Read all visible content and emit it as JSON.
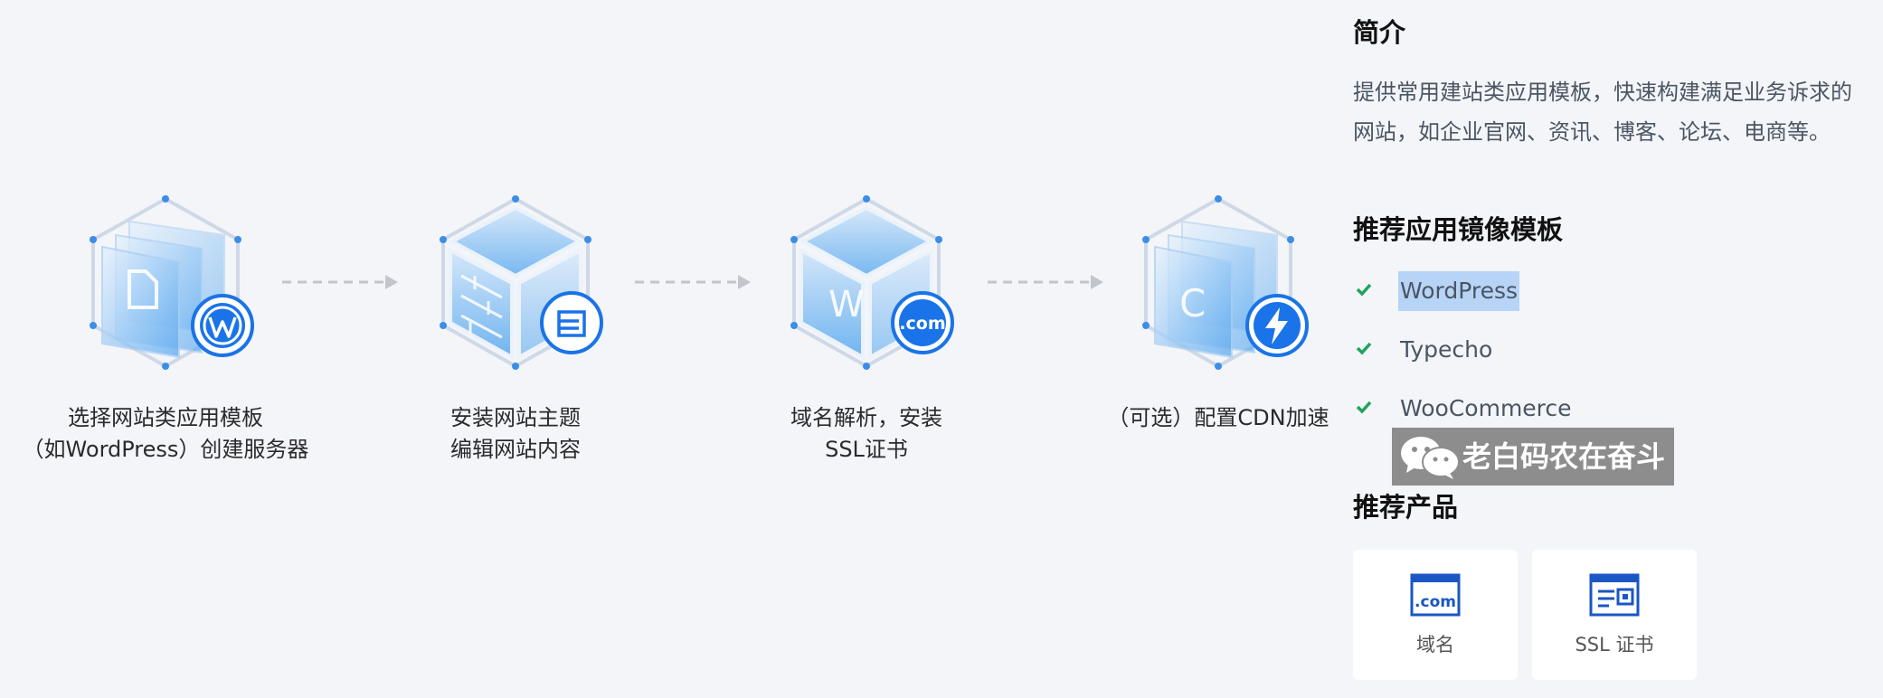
{
  "flow": {
    "steps": [
      {
        "badge": "wordpress-icon",
        "lines": [
          "选择网站类应用模板",
          "（如WordPress）创建服务器"
        ]
      },
      {
        "badge": "theme-editor-icon",
        "lines": [
          "安装网站主题",
          "编辑网站内容"
        ]
      },
      {
        "badge": "dot-com-icon",
        "lines": [
          "域名解析，安装",
          "SSL证书"
        ]
      },
      {
        "badge": "lightning-icon",
        "lines": [
          "（可选）配置CDN加速"
        ]
      }
    ],
    "cube_letters": {
      "step3": "W",
      "step4": "C"
    },
    "badge_text_com": ".com"
  },
  "panel": {
    "intro_title": "简介",
    "intro_lines": [
      "提供常用建站类应用模板，快速构建满足业务诉求的",
      "网站，如企业官网、资讯、博客、论坛、电商等。"
    ],
    "templates_title": "推荐应用镜像模板",
    "templates": [
      "WordPress",
      "Typecho",
      "WooCommerce"
    ],
    "products_title": "推荐产品",
    "products": [
      {
        "label": "域名",
        "icon": "domain-com-icon",
        "icon_text": ".com"
      },
      {
        "label": "SSL 证书",
        "icon": "ssl-certificate-icon"
      }
    ],
    "watermark": "老白码农在奋斗"
  },
  "colors": {
    "background": "#f3f5f8",
    "accent": "#1a73e8",
    "check": "#1fa35c",
    "selection": "#b7d4f7",
    "product_icon": "#1a56c4"
  }
}
